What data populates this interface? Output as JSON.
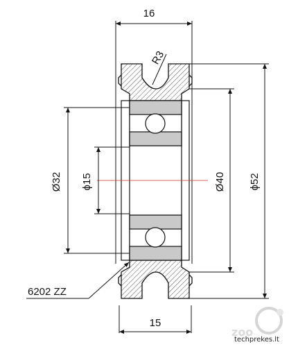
{
  "drawing": {
    "dims": {
      "top_width": "16",
      "bottom_width": "15",
      "radius": "R3",
      "d32": "Ø32",
      "d15": "ϕ15",
      "d40": "Ø40",
      "d52": "ϕ52"
    },
    "bearing_label": "6202 ZZ",
    "watermark": {
      "logo": "zoo",
      "site": "techprekes.lt"
    },
    "colors": {
      "line": "#111111",
      "bearing_fill": "#c9c9c9",
      "centerline": "#cc3333"
    }
  }
}
